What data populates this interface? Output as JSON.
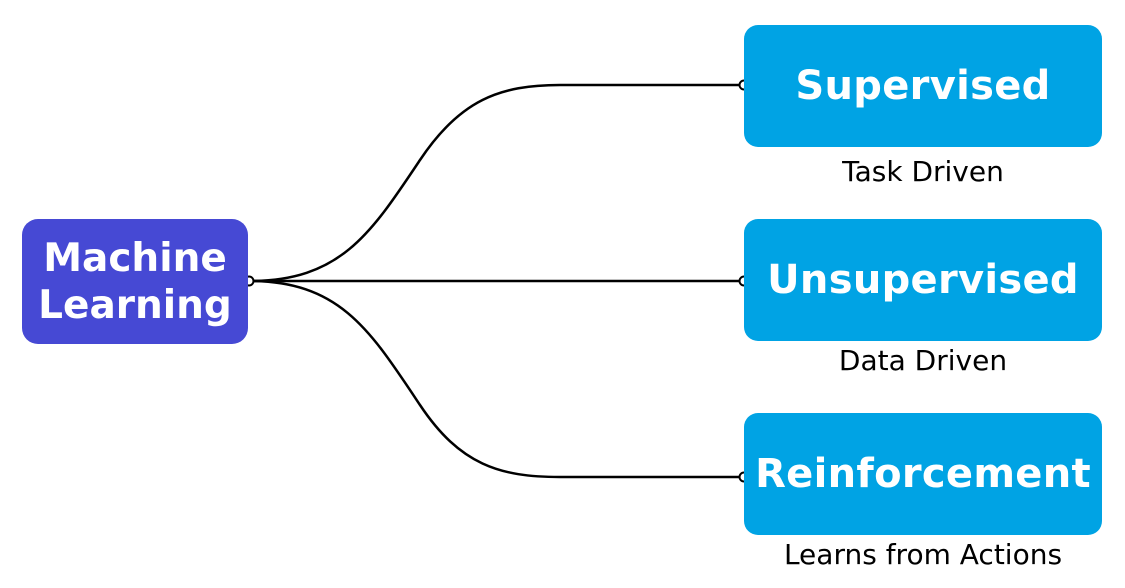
{
  "diagram": {
    "root": {
      "label_line1": "Machine",
      "label_line2": "Learning",
      "color": "#4649D4"
    },
    "branch_color": "#00A3E4",
    "connector_color": "#000000",
    "branches": [
      {
        "label": "Supervised",
        "caption": "Task Driven"
      },
      {
        "label": "Unsupervised",
        "caption": "Data Driven"
      },
      {
        "label": "Reinforcement",
        "caption": "Learns from Actions"
      }
    ]
  }
}
